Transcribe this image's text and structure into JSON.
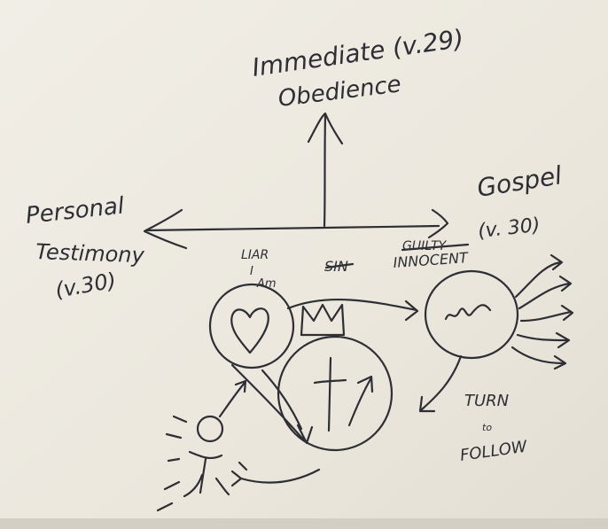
{
  "whiteboard": {
    "top_label_line1": "Immediate (v.29)",
    "top_label_line2": "Obedience",
    "left_label_line1": "Personal",
    "left_label_line2": "Testimony",
    "left_label_line3": "(v.30)",
    "right_label_line1": "Gospel",
    "right_label_line2": "(v. 30)",
    "liar_label": "LIAR",
    "i_label": "I",
    "am_label": "Am",
    "sin_label": "SIN",
    "guilty_label": "GUILTY",
    "innocent_label": "INNOCENT",
    "turn_label": "TURN",
    "to_label": "to",
    "follow_label": "FOLLOW"
  },
  "colors": {
    "ink": "#2e2e35",
    "board": "#ebe7dc",
    "frame": "#c9c4b8"
  }
}
